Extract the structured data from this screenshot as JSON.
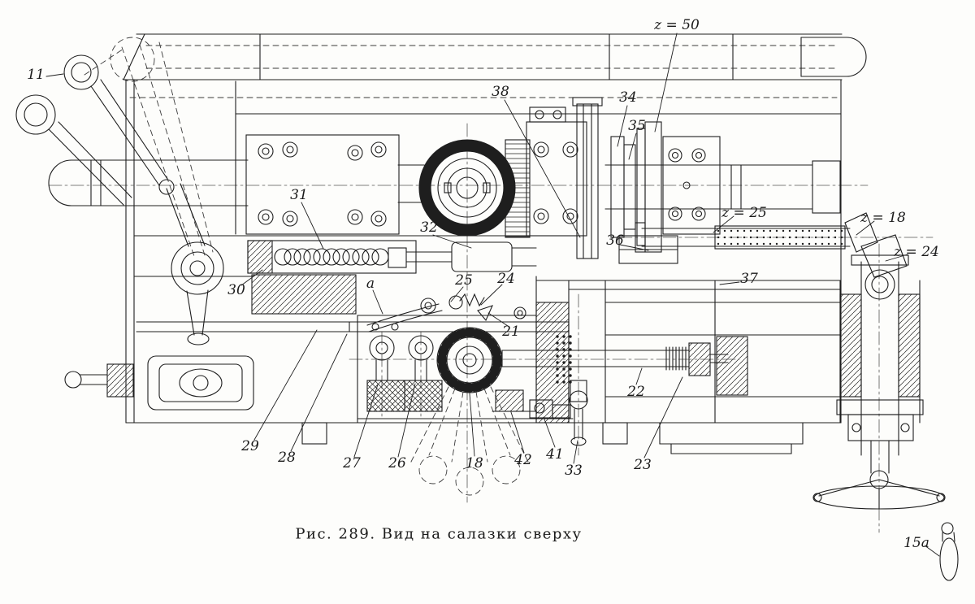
{
  "figure": {
    "caption": "Рис. 289. Вид на салазки сверху"
  },
  "colors": {
    "line": "#1e1e1e",
    "background": "#fdfdfb"
  },
  "labels": [
    {
      "text": "11"
    },
    {
      "text": "z = 50"
    },
    {
      "text": "38"
    },
    {
      "text": "34"
    },
    {
      "text": "35"
    },
    {
      "text": "31"
    },
    {
      "text": "32"
    },
    {
      "text": "36"
    },
    {
      "text": "z = 25"
    },
    {
      "text": "z = 18"
    },
    {
      "text": "z = 24"
    },
    {
      "text": "30"
    },
    {
      "text": "a"
    },
    {
      "text": "25"
    },
    {
      "text": "24"
    },
    {
      "text": "37"
    },
    {
      "text": "21"
    },
    {
      "text": "22"
    },
    {
      "text": "29"
    },
    {
      "text": "28"
    },
    {
      "text": "27"
    },
    {
      "text": "26"
    },
    {
      "text": "18"
    },
    {
      "text": "42"
    },
    {
      "text": "41"
    },
    {
      "text": "33"
    },
    {
      "text": "23"
    },
    {
      "text": "15a"
    }
  ]
}
